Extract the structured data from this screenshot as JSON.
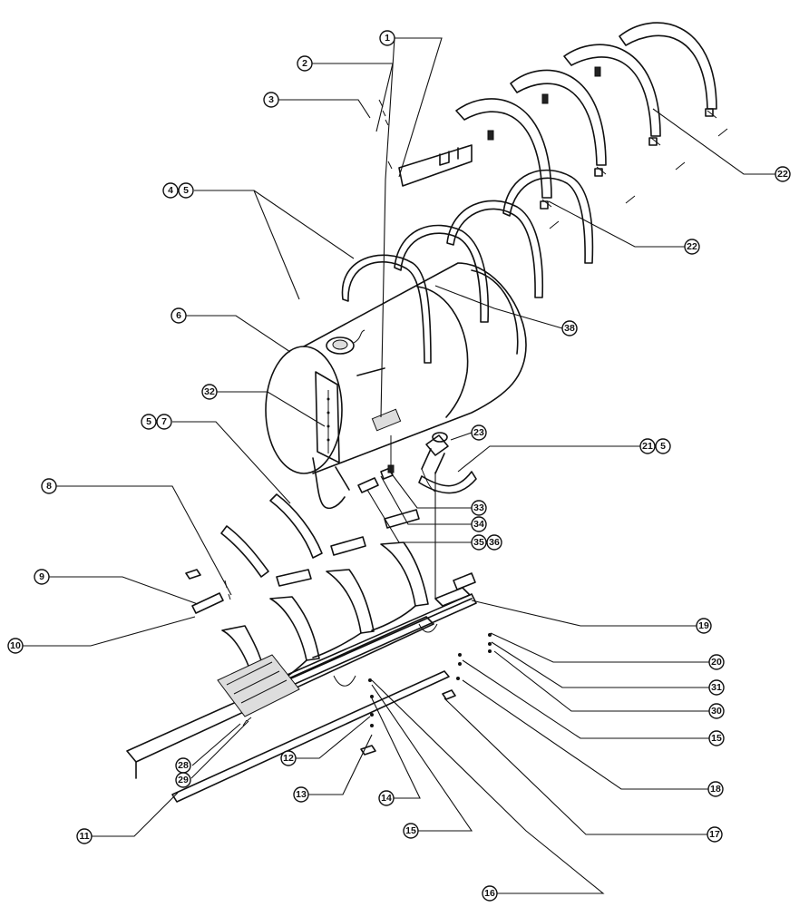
{
  "diagram": {
    "callouts": [
      {
        "id": "c1",
        "label": "1"
      },
      {
        "id": "c2",
        "label": "2"
      },
      {
        "id": "c3",
        "label": "3"
      },
      {
        "id": "c4",
        "label": "4"
      },
      {
        "id": "c5a",
        "label": "5"
      },
      {
        "id": "c6",
        "label": "6"
      },
      {
        "id": "c32",
        "label": "32"
      },
      {
        "id": "c5b",
        "label": "5"
      },
      {
        "id": "c7",
        "label": "7"
      },
      {
        "id": "c8",
        "label": "8"
      },
      {
        "id": "c9",
        "label": "9"
      },
      {
        "id": "c10",
        "label": "10"
      },
      {
        "id": "c11",
        "label": "11"
      },
      {
        "id": "c12",
        "label": "12"
      },
      {
        "id": "c13",
        "label": "13"
      },
      {
        "id": "c14",
        "label": "14"
      },
      {
        "id": "c15a",
        "label": "15"
      },
      {
        "id": "c16",
        "label": "16"
      },
      {
        "id": "c17",
        "label": "17"
      },
      {
        "id": "c18",
        "label": "18"
      },
      {
        "id": "c15b",
        "label": "15"
      },
      {
        "id": "c30",
        "label": "30"
      },
      {
        "id": "c31",
        "label": "31"
      },
      {
        "id": "c20",
        "label": "20"
      },
      {
        "id": "c19",
        "label": "19"
      },
      {
        "id": "c21",
        "label": "21"
      },
      {
        "id": "c5c",
        "label": "5"
      },
      {
        "id": "c23",
        "label": "23"
      },
      {
        "id": "c33",
        "label": "33"
      },
      {
        "id": "c34",
        "label": "34"
      },
      {
        "id": "c35",
        "label": "35"
      },
      {
        "id": "c36",
        "label": "36"
      },
      {
        "id": "c38",
        "label": "38"
      },
      {
        "id": "c22a",
        "label": "22"
      },
      {
        "id": "c22b",
        "label": "22"
      },
      {
        "id": "c28",
        "label": "28"
      },
      {
        "id": "c29",
        "label": "29"
      }
    ]
  }
}
